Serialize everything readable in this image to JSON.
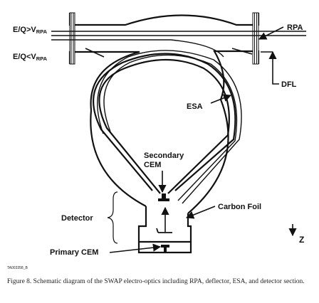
{
  "labels": {
    "ion_high": "E/Q>V",
    "ion_high_sub": "RPA",
    "ion_low": "E/Q<V",
    "ion_low_sub": "RPA",
    "rpa": "RPA",
    "dfl": "DFL",
    "esa": "ESA",
    "secondary_cem_line1": "Secondary",
    "secondary_cem_line2": "CEM",
    "carbon_foil": "Carbon Foil",
    "detector": "Detector",
    "primary_cem": "Primary CEM",
    "z_axis": "Z",
    "figure_id": "TA003358_B"
  },
  "caption": "Figure 8. Schematic diagram of the SWAP electro-optics including RPA, deflector, ESA, and detector section."
}
